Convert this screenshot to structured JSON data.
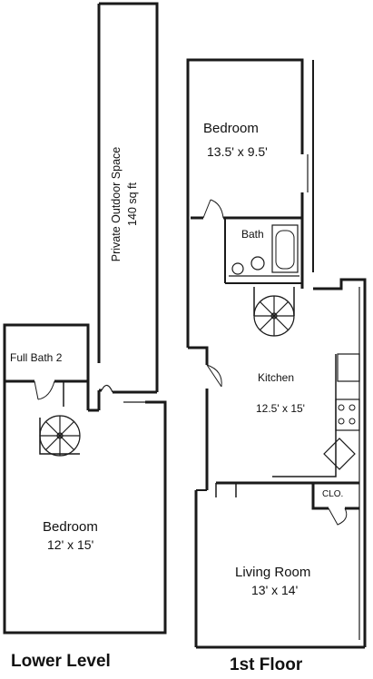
{
  "lower_level": {
    "level_title": "Lower Level",
    "outdoor_space": {
      "name": "Private Outdoor Space",
      "area": "140 sq ft"
    },
    "full_bath": {
      "name": "Full Bath 2"
    },
    "bedroom": {
      "name": "Bedroom",
      "dimensions": "12' x 15'"
    }
  },
  "first_floor": {
    "level_title": "1st Floor",
    "bedroom": {
      "name": "Bedroom",
      "dimensions": "13.5' x 9.5'"
    },
    "bath": {
      "name": "Bath"
    },
    "kitchen": {
      "name": "Kitchen",
      "dimensions": "12.5' x 15'"
    },
    "closet": {
      "name": "CLO."
    },
    "living_room": {
      "name": "Living Room",
      "dimensions": "13' x 14'"
    }
  }
}
